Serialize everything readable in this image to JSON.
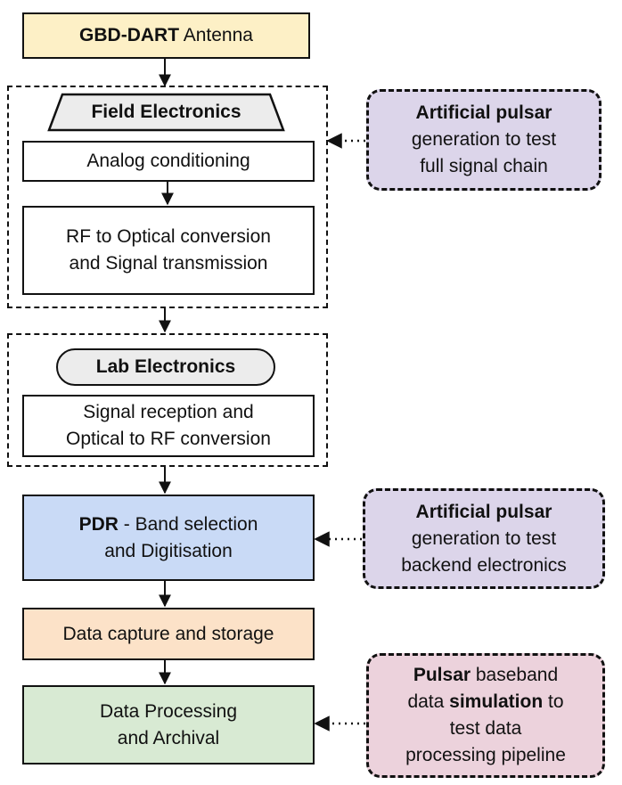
{
  "antenna": {
    "bold": "GBD-DART",
    "rest": " Antenna"
  },
  "field": {
    "title": "Field Electronics",
    "step1": "Analog conditioning",
    "step2_line1": "RF to Optical conversion",
    "step2_line2": "and Signal transmission"
  },
  "lab": {
    "title": "Lab Electronics",
    "step_line1": "Signal reception and",
    "step_line2": "Optical to RF conversion"
  },
  "pdr": {
    "bold": "PDR",
    "rest": " - Band selection",
    "line2": "and Digitisation"
  },
  "capture": "Data capture and storage",
  "processing": {
    "line1": "Data Processing",
    "line2": "and Archival"
  },
  "side1": {
    "bold": "Artificial pulsar",
    "line2": "generation to test",
    "line3": "full signal chain"
  },
  "side2": {
    "bold": "Artificial pulsar",
    "line2": "generation to test",
    "line3": "backend electronics"
  },
  "side3": {
    "l1_bold": "Pulsar",
    "l1_rest": " baseband",
    "l2_a": "data ",
    "l2_bold": "simulation",
    "l2_b": " to",
    "l3": "test data",
    "l4": "processing pipeline"
  },
  "colors": {
    "antenna": "#fdf0c6",
    "pdr": "#c9daf6",
    "capture": "#fce2c8",
    "processing": "#d8ead3",
    "side_purple": "#dcd5ea",
    "side_pink": "#ecd2dc",
    "header_gray": "#ececec"
  }
}
